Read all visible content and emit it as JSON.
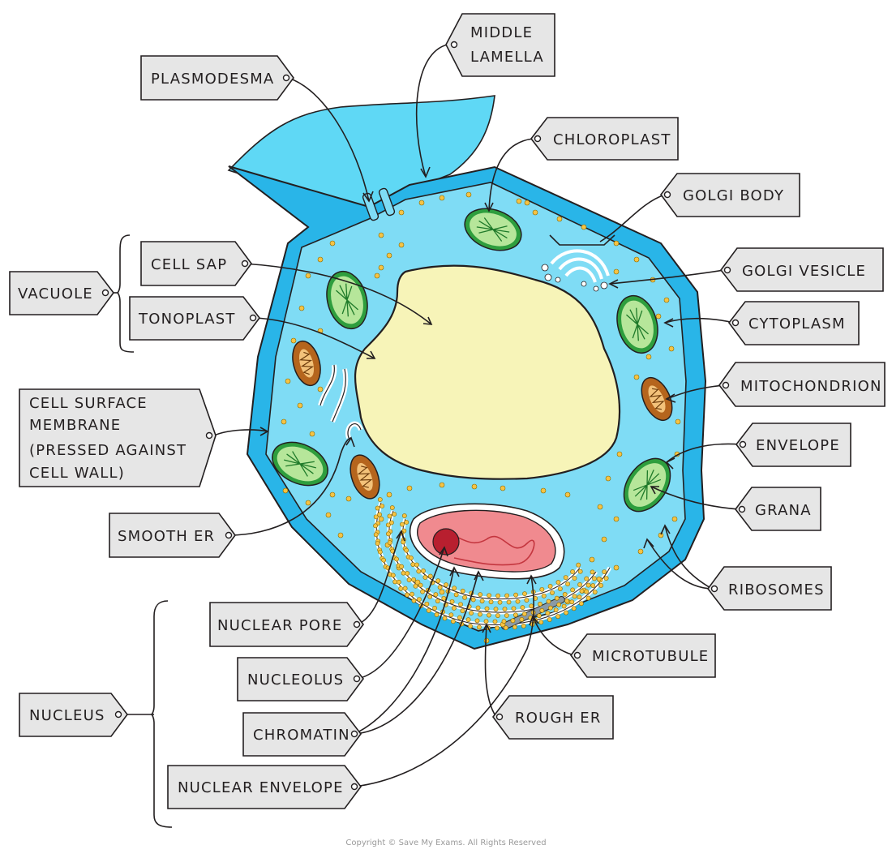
{
  "labels": {
    "plasmodesma": "PLASMODESMA",
    "middle_lamella_1": "MIDDLE",
    "middle_lamella_2": "LAMELLA",
    "chloroplast": "CHLOROPLAST",
    "golgi_body": "GOLGI  BODY",
    "golgi_vesicle": "GOLGI  VESICLE",
    "cytoplasm": "CYTOPLASM",
    "mitochondrion": "MITOCHONDRION",
    "envelope": "ENVELOPE",
    "grana": "GRANA",
    "ribosomes": "RIBOSOMES",
    "microtubule": "MICROTUBULE",
    "rough_er": "ROUGH  ER",
    "nuclear_envelope": "NUCLEAR  ENVELOPE",
    "chromatin": "CHROMATIN",
    "nucleolus": "NUCLEOLUS",
    "nuclear_pore": "NUCLEAR  PORE",
    "nucleus": "NUCLEUS",
    "smooth_er": "SMOOTH  ER",
    "cell_surface_membrane_1": "CELL  SURFACE",
    "cell_surface_membrane_2": "MEMBRANE",
    "cell_surface_membrane_3": "(PRESSED  AGAINST",
    "cell_surface_membrane_4": "CELL  WALL)",
    "tonoplast": "TONOPLAST",
    "cell_sap": "CELL  SAP",
    "vacuole": "VACUOLE"
  },
  "copyright": "Copyright © Save My Exams. All Rights Reserved",
  "colors": {
    "cell_wall": "#29b5e8",
    "wall_neighbor": "#5fd8f5",
    "cytoplasm": "#7fdcf5",
    "vacuole": "#f7f4b8",
    "chloroplast": "#b6e69a",
    "mitochondrion": "#b5651d",
    "nucleus": "#f08a8f",
    "ribosome": "#f6c343"
  }
}
